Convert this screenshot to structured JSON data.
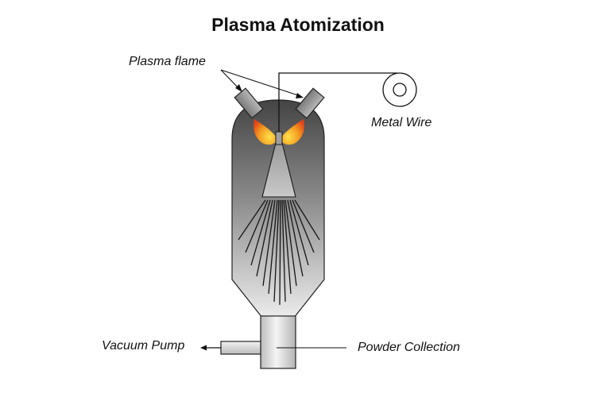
{
  "title": "Plasma Atomization",
  "labels": {
    "plasma_flame": "Plasma flame",
    "metal_wire": "Metal Wire",
    "vacuum_pump": "Vacuum Pump",
    "powder_collection": "Powder Collection"
  },
  "colors": {
    "chamber_top": "#4a4a4a",
    "chamber_bottom": "#e6e6e6",
    "flame_outer": "#e8541a",
    "flame_inner": "#ffd23a",
    "line": "#111111"
  }
}
